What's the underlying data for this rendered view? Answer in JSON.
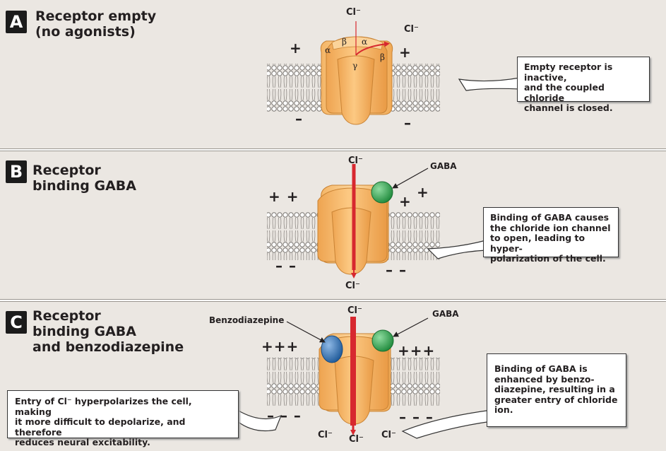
{
  "panels": [
    {
      "letter": "A",
      "title": "Receptor empty\n(no agonists)",
      "callout": "Empty receptor is inactive,\nand the coupled chloride\nchannel is closed.",
      "ions": [
        "Cl⁻",
        "Cl⁻"
      ],
      "charges": [
        "+",
        "+",
        "–",
        "–"
      ],
      "subunits": [
        "α",
        "β",
        "α",
        "β",
        "γ"
      ]
    },
    {
      "letter": "B",
      "title": "Receptor\nbinding GABA",
      "callout": "Binding of GABA causes\nthe chloride ion channel\nto open, leading to hyper-\npolarization of the cell.",
      "ions": [
        "Cl⁻",
        "Cl⁻"
      ],
      "charges": [
        "+ +",
        "+",
        "+",
        "– –",
        "– –"
      ],
      "gaba_label": "GABA"
    },
    {
      "letter": "C",
      "title": "Receptor\nbinding GABA\nand benzodiazepine",
      "callout_right": "Binding of GABA is\nenhanced by benzo-\ndiazepine, resulting in a\ngreater entry of chloride\nion.",
      "callout_left": "Entry of Cl⁻ hyperpolarizes the cell, making\nit more difficult to depolarize, and therefore\nreduces neural excitability.",
      "ions": [
        "Cl⁻",
        "Cl⁻",
        "Cl⁻",
        "Cl⁻"
      ],
      "charges": [
        "+++",
        "+++",
        "– – –",
        "– – –"
      ],
      "gaba_label": "GABA",
      "bzd_label": "Benzodiazepine"
    }
  ],
  "colors": {
    "receptor": "#f6ae5a",
    "receptor_light": "#fbd39a",
    "receptor_edge": "#c98334",
    "gaba": "#2fa84f",
    "benzodiazepine": "#2e73b8",
    "chloride_arrow": "#d7282f",
    "membrane": "#7a7672",
    "background": "#ebe7e2"
  }
}
